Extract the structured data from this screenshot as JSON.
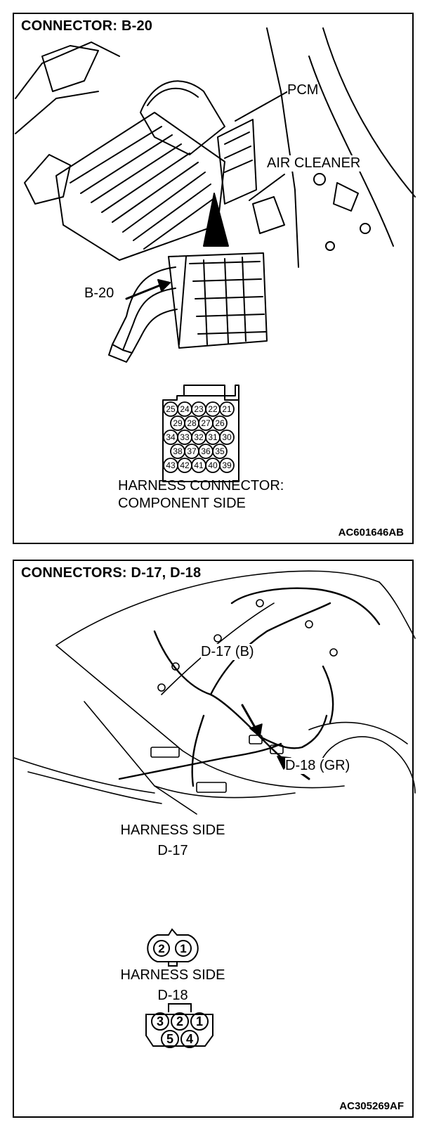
{
  "panel1": {
    "title": "CONNECTOR: B-20",
    "labels": {
      "pcm": "PCM",
      "air_cleaner": "AIR CLEANER",
      "b20": "B-20",
      "harness_connector_line1": "HARNESS CONNECTOR:",
      "harness_connector_line2": "COMPONENT SIDE"
    },
    "pins": {
      "row1": [
        "25",
        "24",
        "23",
        "22",
        "21"
      ],
      "row2": [
        "29",
        "28",
        "27",
        "26"
      ],
      "row3": [
        "34",
        "33",
        "32",
        "31",
        "30"
      ],
      "row4": [
        "38",
        "37",
        "36",
        "35"
      ],
      "row5": [
        "43",
        "42",
        "41",
        "40",
        "39"
      ]
    },
    "ref_code": "AC601646AB"
  },
  "panel2": {
    "title": "CONNECTORS: D-17, D-18",
    "labels": {
      "d17_callout": "D-17 (B)",
      "d18_callout": "D-18 (GR)",
      "harness_side_1": "HARNESS SIDE",
      "d17": "D-17",
      "harness_side_2": "HARNESS SIDE",
      "d18": "D-18"
    },
    "pins_d17": [
      "2",
      "1"
    ],
    "pins_d18_top": [
      "3",
      "2",
      "1"
    ],
    "pins_d18_bottom": [
      "5",
      "4"
    ],
    "ref_code": "AC305269AF"
  }
}
